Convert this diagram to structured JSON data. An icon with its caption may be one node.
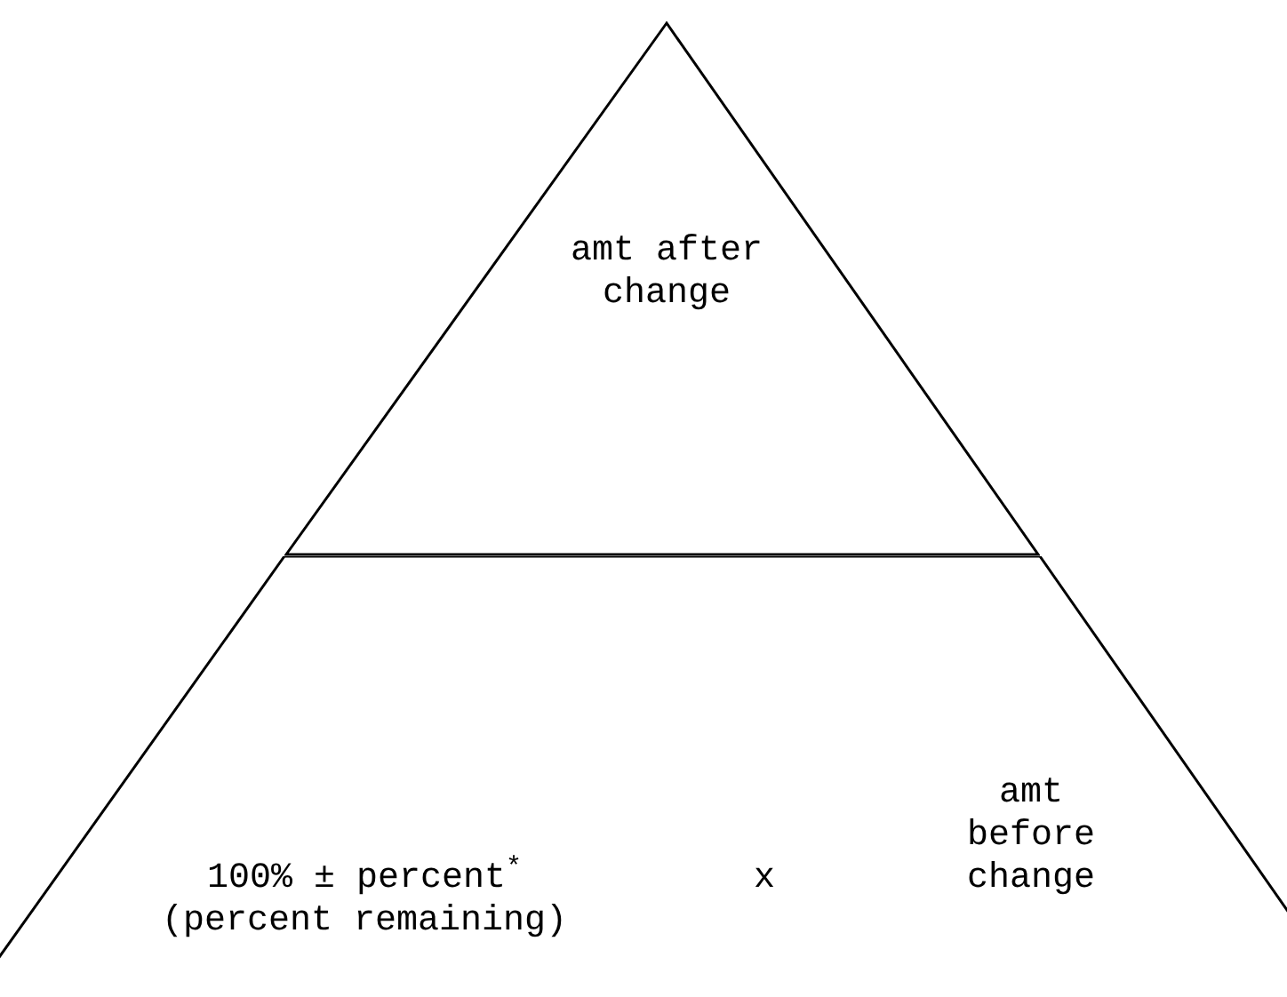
{
  "diagram": {
    "nodes": [
      {
        "text": [
          "amt after change"
        ]
      },
      {
        "text": [
          "100% ± percent$^{*}$ (percent remaining)",
          "x",
          "amt before change"
        ]
      }
    ]
  }
}
